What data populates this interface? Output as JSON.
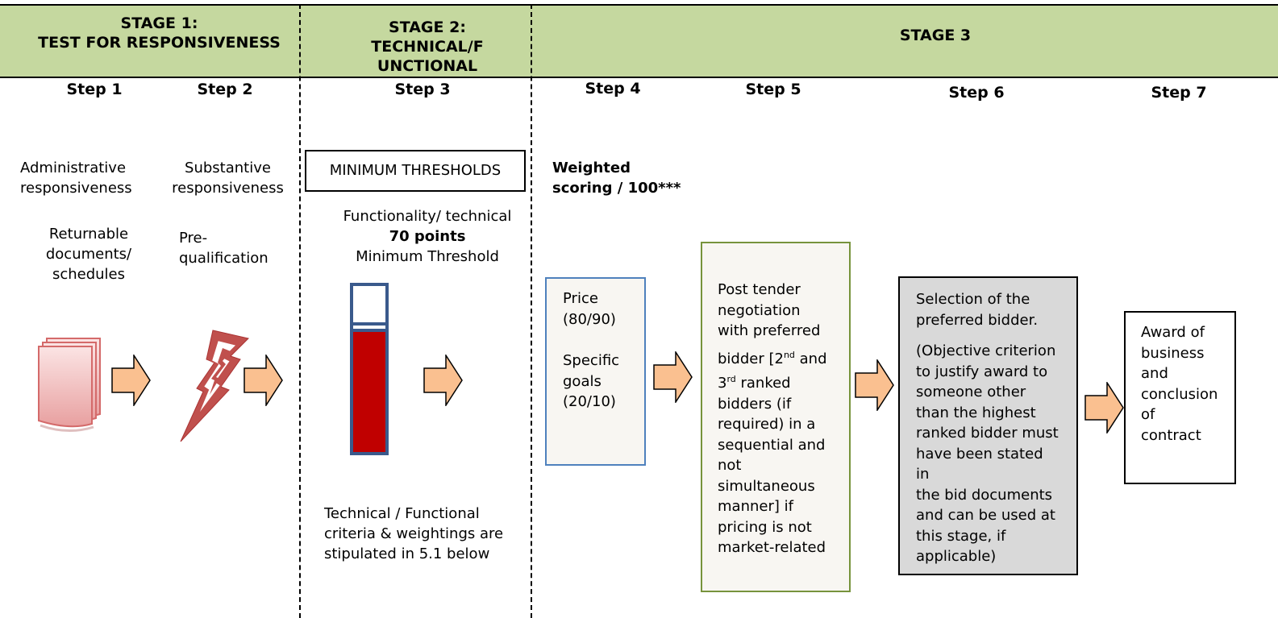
{
  "header": {
    "stage1_line1": "STAGE 1:",
    "stage1_line2": "TEST FOR RESPONSIVENESS",
    "stage2_line1": "STAGE 2:",
    "stage2_line2": "TECHNICAL/F",
    "stage2_line3": "UNCTIONAL",
    "stage3": "STAGE 3"
  },
  "steps": [
    "Step 1",
    "Step 2",
    "Step 3",
    "Step 4",
    "Step 5",
    "Step 6",
    "Step 7"
  ],
  "step1": {
    "line1": "Administrative",
    "line2": "responsiveness",
    "sub1": "Returnable",
    "sub2": "documents/",
    "sub3": "schedules",
    "icon": "documents-stack-icon"
  },
  "step2": {
    "line1": "Substantive",
    "line2": "responsiveness",
    "sub1": "Pre-",
    "sub2": "qualification",
    "icon": "lightning-bolt-icon"
  },
  "step3": {
    "box_label": "MINIMUM THRESHOLDS",
    "line1": "Functionality/ technical",
    "points": "70 points",
    "line3": "Minimum Threshold",
    "note1": "Technical / Functional",
    "note2": "criteria & weightings are",
    "note3": "stipulated in 5.1 below",
    "threshold_icon": "threshold-bar-icon"
  },
  "step4": {
    "heading1": "Weighted",
    "heading2": "scoring / 100***",
    "price1": "Price",
    "price2": "(80/90)",
    "goals1": "Specific",
    "goals2": "goals",
    "goals3": "(20/10)"
  },
  "step5": {
    "l1": "Post tender",
    "l2": "negotiation",
    "l3": "with preferred",
    "l4a": "bidder [2",
    "l4sup": "nd",
    "l4b": " and",
    "l5a": "3",
    "l5sup": "rd",
    "l5b": " ranked",
    "l6": "bidders (if",
    "l7": "required) in a",
    "l8": "sequential and",
    "l9": "not",
    "l10": "simultaneous",
    "l11": "manner] if",
    "l12": "pricing is not",
    "l13": "market-related"
  },
  "step6": {
    "l1": "Selection of the",
    "l2": "preferred bidder.",
    "l3": "(Objective criterion",
    "l4": "to justify award to",
    "l5": "someone other",
    "l6": "than the highest",
    "l7": "ranked bidder must",
    "l8": "have been stated in",
    "l9": "the bid documents",
    "l10": "and can be used at",
    "l11": "this stage, if",
    "l12": "applicable)"
  },
  "step7": {
    "l1": "Award of",
    "l2": "business",
    "l3": "and",
    "l4": "conclusion",
    "l5": "of",
    "l6": "contract"
  },
  "colors": {
    "header_band": "#c5d89f",
    "arrow_fill": "#fac090",
    "arrow_stroke": "#000000",
    "threshold_frame": "#3a5a8c",
    "threshold_fill": "#c00000",
    "price_box_border": "#4f81bd",
    "negotiation_box_border": "#77933c",
    "selection_box_fill": "#d9d9d9"
  }
}
